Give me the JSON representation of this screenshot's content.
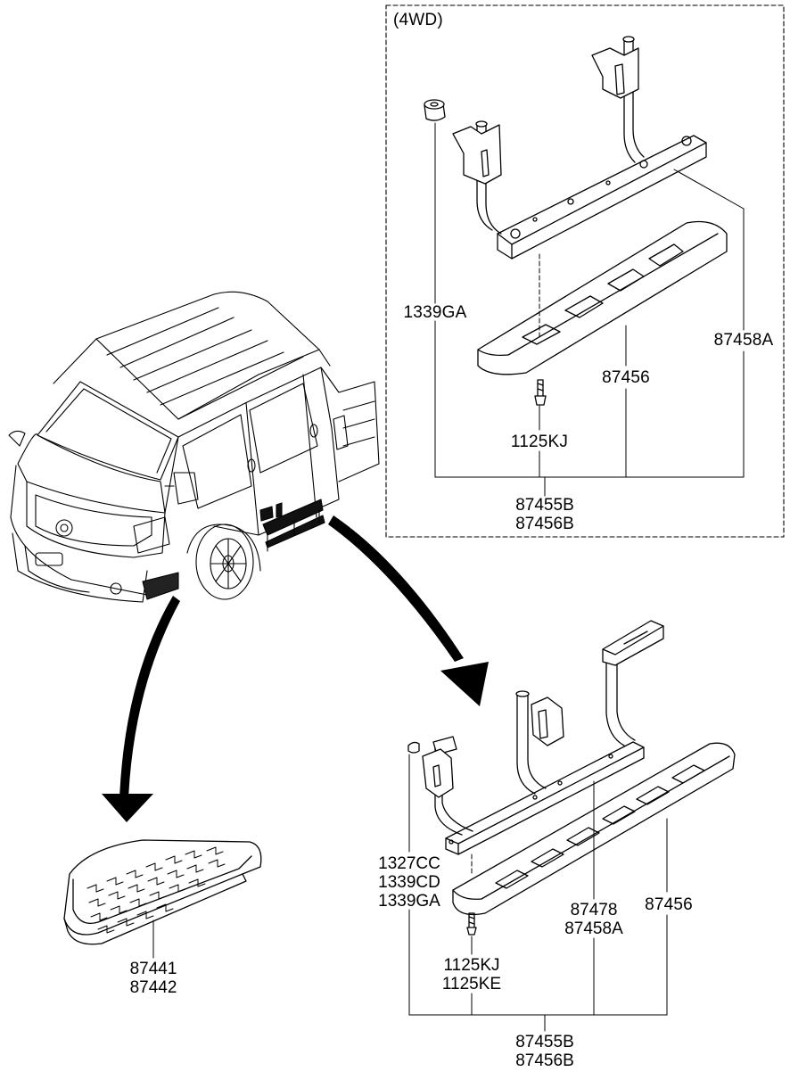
{
  "inset": {
    "title": "(4WD)"
  },
  "labels": {
    "inset_nut": "1339GA",
    "inset_bracket": "87458A",
    "inset_step": "87456",
    "inset_bolt": "1125KJ",
    "inset_assembly": [
      "87455B",
      "87456B"
    ],
    "mud_guard": [
      "87441",
      "87442"
    ],
    "main_nut": [
      "1327CC",
      "1339CD",
      "1339GA"
    ],
    "main_bracket": [
      "87478",
      "87458A"
    ],
    "main_step": "87456",
    "main_bolt": [
      "1125KJ",
      "1125KE"
    ],
    "main_assembly": [
      "87455B",
      "87456B"
    ]
  }
}
